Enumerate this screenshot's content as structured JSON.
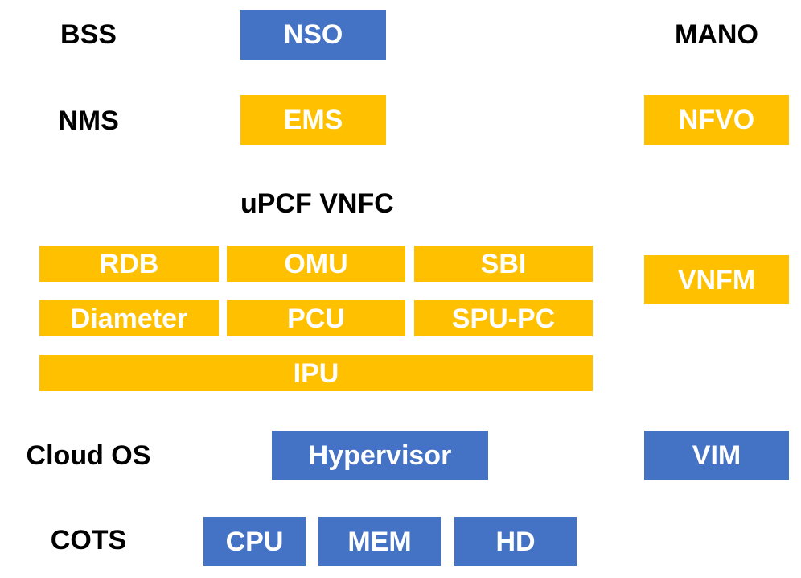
{
  "colors": {
    "blue": "#4472c4",
    "gold": "#ffc000",
    "label_text": "#000000",
    "box_text": "#ffffff"
  },
  "labels": {
    "bss": "BSS",
    "mano": "MANO",
    "nms": "NMS",
    "upcf_vnfc": "uPCF VNFC",
    "cloud_os": "Cloud OS",
    "cots": "COTS"
  },
  "boxes": {
    "nso": "NSO",
    "ems": "EMS",
    "nfvo": "NFVO",
    "rdb": "RDB",
    "omu": "OMU",
    "sbi": "SBI",
    "diameter": "Diameter",
    "pcu": "PCU",
    "spu_pc": "SPU-PC",
    "ipu": "IPU",
    "vnfm": "VNFM",
    "hypervisor": "Hypervisor",
    "vim": "VIM",
    "cpu": "CPU",
    "mem": "MEM",
    "hd": "HD"
  }
}
